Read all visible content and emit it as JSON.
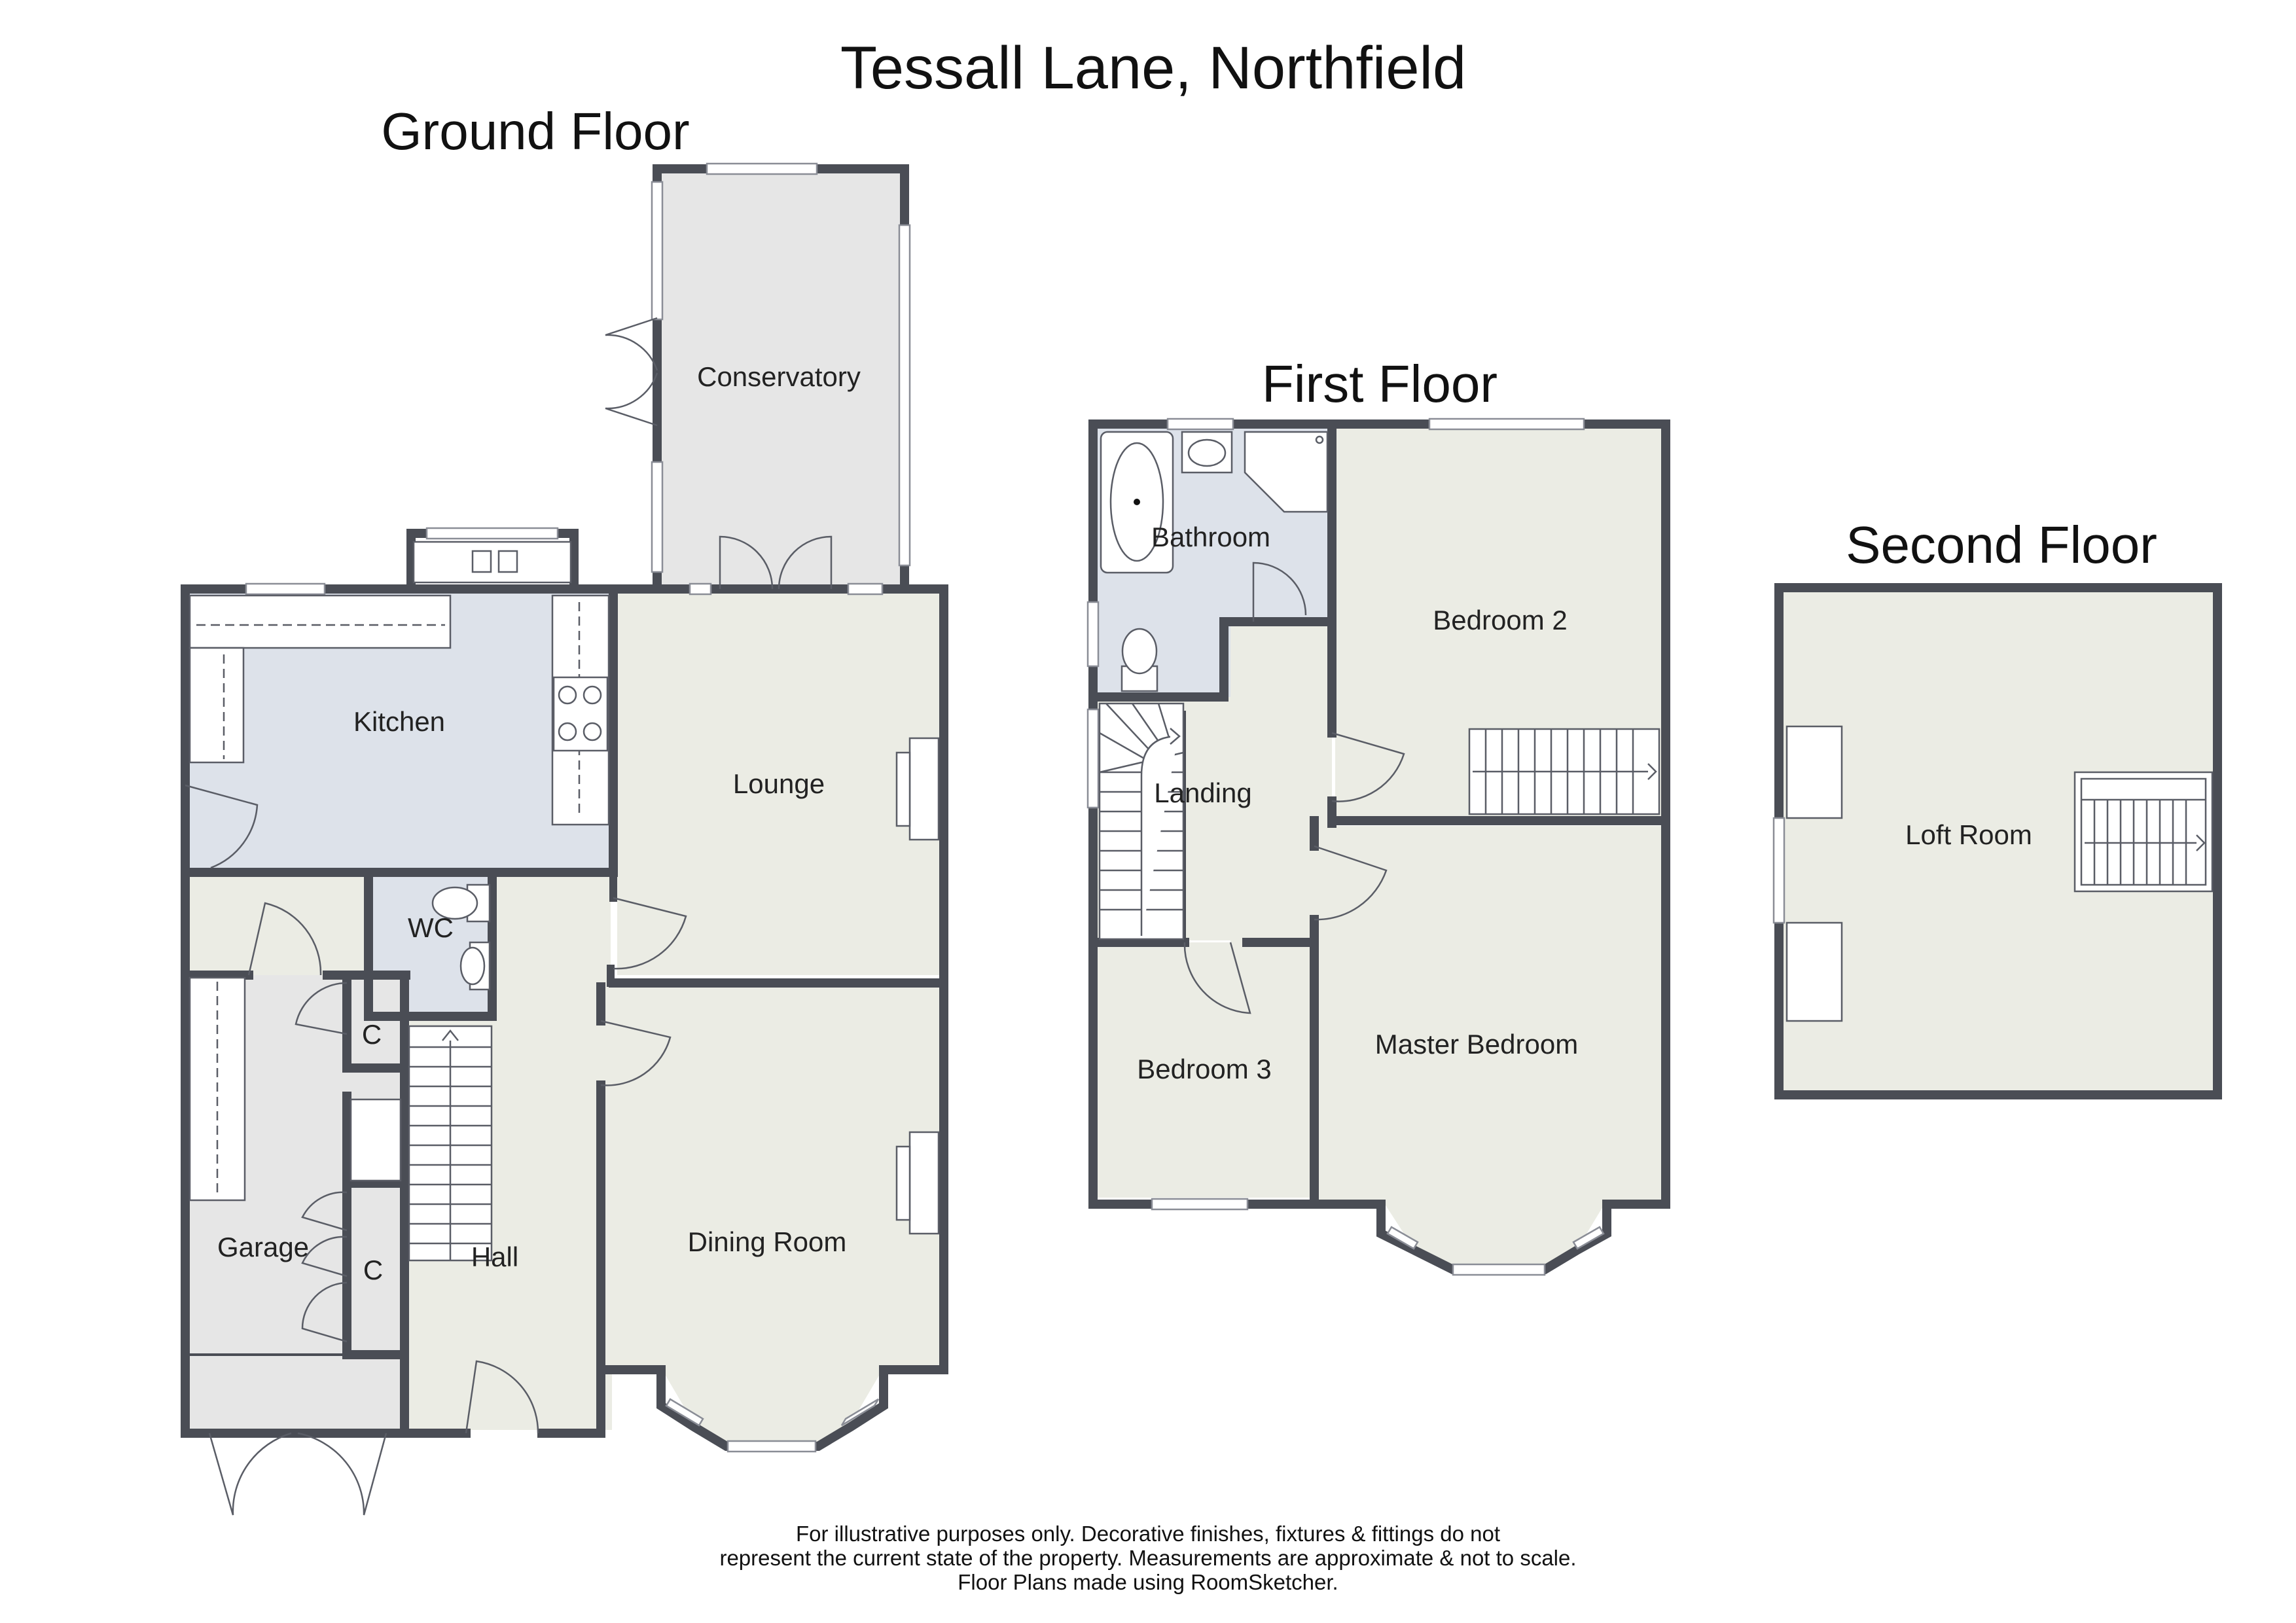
{
  "title": "Tessall Lane, Northfield",
  "colors": {
    "wall": "#4a4d55",
    "floor_neutral": "#ebece4",
    "floor_wet": "#dde2ea",
    "floor_conservatory": "#e6e6e6"
  },
  "floors": {
    "ground": {
      "title": "Ground Floor",
      "rooms": {
        "conservatory": "Conservatory",
        "kitchen": "Kitchen",
        "lounge": "Lounge",
        "wc": "WC",
        "cupboard_1": "C",
        "cupboard_2": "C",
        "garage": "Garage",
        "hall": "Hall",
        "dining": "Dining Room"
      }
    },
    "first": {
      "title": "First Floor",
      "rooms": {
        "bathroom": "Bathroom",
        "bedroom2": "Bedroom 2",
        "landing": "Landing",
        "bedroom3": "Bedroom 3",
        "master": "Master Bedroom"
      }
    },
    "second": {
      "title": "Second Floor",
      "rooms": {
        "loft": "Loft Room"
      }
    }
  },
  "disclaimer": {
    "line1": "For illustrative purposes only. Decorative finishes, fixtures & fittings do not",
    "line2": "represent the current state of the property. Measurements are approximate & not to scale.",
    "line3": "Floor Plans made using RoomSketcher."
  }
}
